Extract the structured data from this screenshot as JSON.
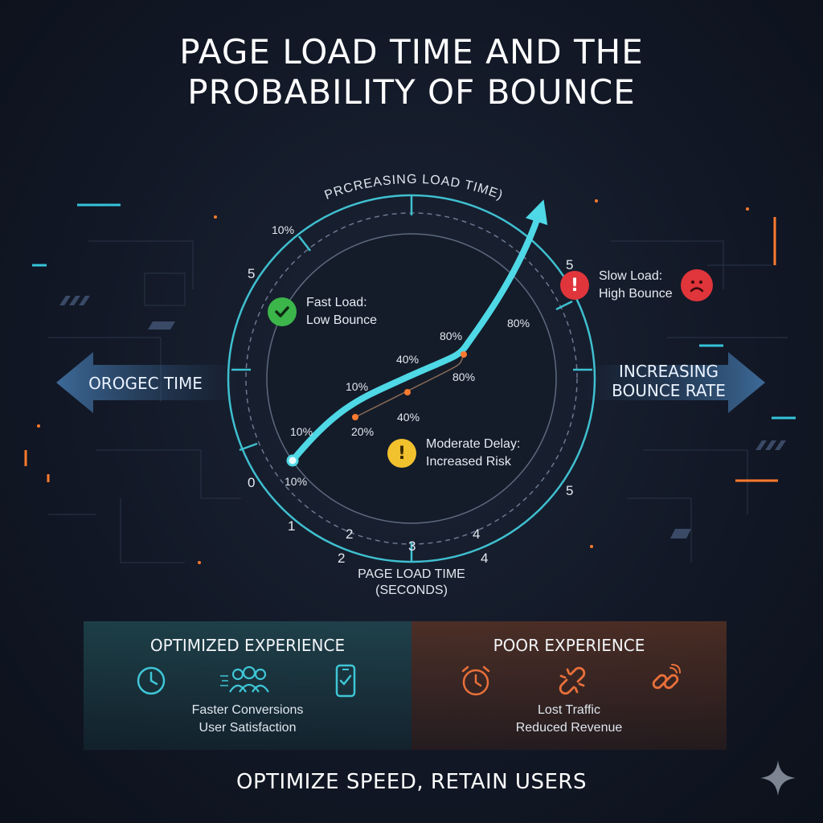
{
  "title": {
    "line1": "PAGE LOAD TIME AND THE",
    "line2": "PROBABILITY OF BOUNCE"
  },
  "dial": {
    "top_label": "PRCREASING LOAD TIME)",
    "bottom_label_line1": "PAGE LOAD TIME",
    "bottom_label_line2": "(SECONDS)",
    "outer_numbers": [
      "0",
      "1",
      "2",
      "3",
      "4",
      "5",
      "5",
      "5"
    ],
    "inner_numbers": [
      "2",
      "4"
    ],
    "percent_labels": [
      "10%",
      "10%",
      "10%",
      "10%",
      "20%",
      "40%",
      "40%",
      "80%",
      "80%",
      "80%"
    ]
  },
  "left_arrow": {
    "label": "OROGEC TIME"
  },
  "right_arrow": {
    "line1": "INCREASING",
    "line2": "BOUNCE RATE"
  },
  "callouts": {
    "fast": {
      "line1": "Fast Load:",
      "line2": "Low Bounce",
      "icon": "check-icon",
      "color": "#3cb54a"
    },
    "moderate": {
      "line1": "Moderate Delay:",
      "line2": "Increased Risk",
      "icon": "exclamation-icon",
      "color": "#f2c12e"
    },
    "slow": {
      "line1": "Slow Load:",
      "line2": "High Bounce",
      "icon": "exclamation-icon",
      "color": "#e0353b",
      "emoji_icon": "sad-face-icon"
    }
  },
  "panels": {
    "optimized": {
      "title": "OPTIMIZED EXPERIENCE",
      "line1": "Faster Conversions",
      "line2": "User Satisfaction",
      "icons": [
        "clock-icon",
        "users-icon",
        "mobile-check-icon"
      ],
      "color": "#3fc6d6"
    },
    "poor": {
      "title": "POOR EXPERIENCE",
      "line1": "Lost Traffic",
      "line2": "Reduced Revenue",
      "icons": [
        "alarm-clock-icon",
        "broken-link-icon",
        "broken-chain-icon"
      ],
      "color": "#e8703a"
    }
  },
  "footer": "OPTIMIZE SPEED, RETAIN USERS",
  "colors": {
    "accent": "#4fd8e6",
    "orange": "#ff7a2e",
    "background": "#121826"
  }
}
